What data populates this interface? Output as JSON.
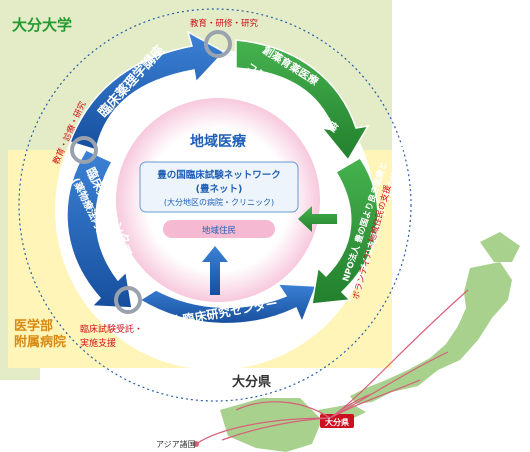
{
  "regions": {
    "university": "大分大学",
    "hospital_line1": "医学部",
    "hospital_line2": "附属病院"
  },
  "center": {
    "title": "地域医療",
    "network_line1": "豊の国臨床試験ネットワーク",
    "network_line2": "(豊ネット)",
    "network_line3": "(大分地区の病院・クリニック)",
    "residents": "地域住民"
  },
  "arrows": {
    "pharmacology": "臨床薬理学講座",
    "drug_dev": "創薬育薬医療",
    "drug_dev_line2": "コミュニケーション講座",
    "clinical_center_line1": "臨床薬理センター",
    "clinical_center_line2": "(薬物療法内科)",
    "research_center": "総合臨床研究センター",
    "npo_line1": "NPO法人 豊の国より良き医療と",
    "npo_line2": "健康づくり支援センター(豊のサポート)"
  },
  "labels": {
    "edu_top": "教育・研修・研究",
    "edu_left": "教育・診療・研究",
    "trial_line1": "臨床試験受託・",
    "trial_line2": "実施支援",
    "volunteer": "ボランティア・地域住民の支援"
  },
  "map": {
    "prefecture": "大分県",
    "oita_tag": "大分県",
    "asia": "アジア諸国"
  },
  "colors": {
    "blue_arrow": "#1f5fb5",
    "green_arrow": "#2e9a3c",
    "red_text": "#d0121b",
    "university_bg": "#e3ecc6",
    "hospital_bg": "#fff5b8",
    "pink_ring": "#f7c9dc",
    "university_green": "#239a2f",
    "hospital_orange": "#d98a12"
  }
}
